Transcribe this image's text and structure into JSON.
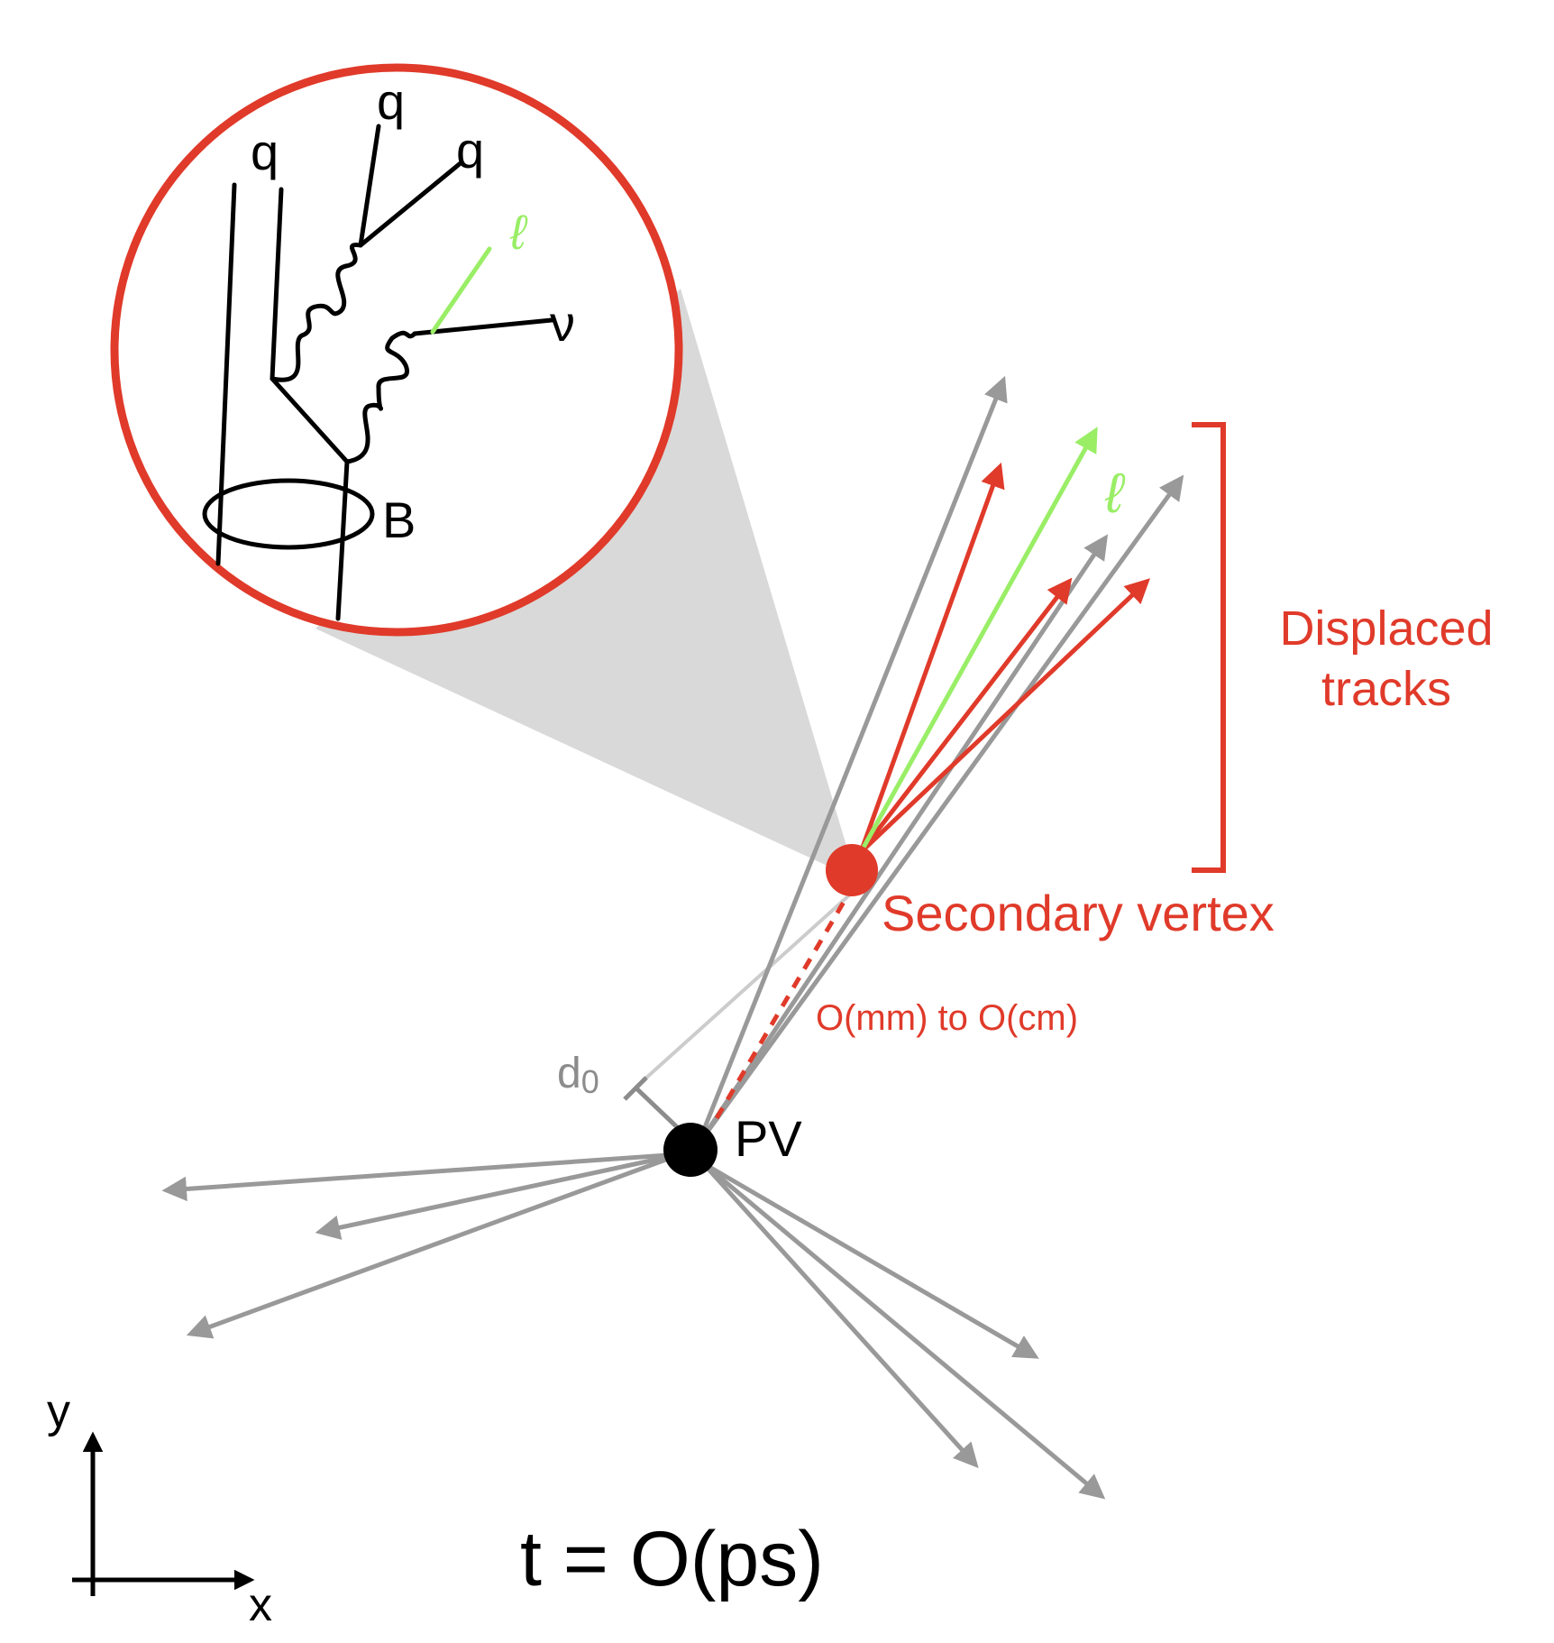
{
  "colors": {
    "accent_red": "#e03a2a",
    "lepton_green": "#99ee66",
    "track_gray": "#999999",
    "cone_gray": "#d9d9d9",
    "black": "#000000"
  },
  "labels": {
    "inset_q1": "q",
    "inset_q2": "q",
    "inset_q3": "q",
    "inset_lepton": "ℓ",
    "inset_neutrino": "ν",
    "inset_B": "B",
    "track_lepton": "ℓ",
    "displaced_line1": "Displaced",
    "displaced_line2": "tracks",
    "secondary_vertex": "Secondary vertex",
    "flight_distance": "O(mm) to O(cm)",
    "d0_letter": "d",
    "d0_sub": "0",
    "pv": "PV",
    "axis_y": "y",
    "axis_x": "x",
    "time_scale": "t = O(ps)"
  }
}
